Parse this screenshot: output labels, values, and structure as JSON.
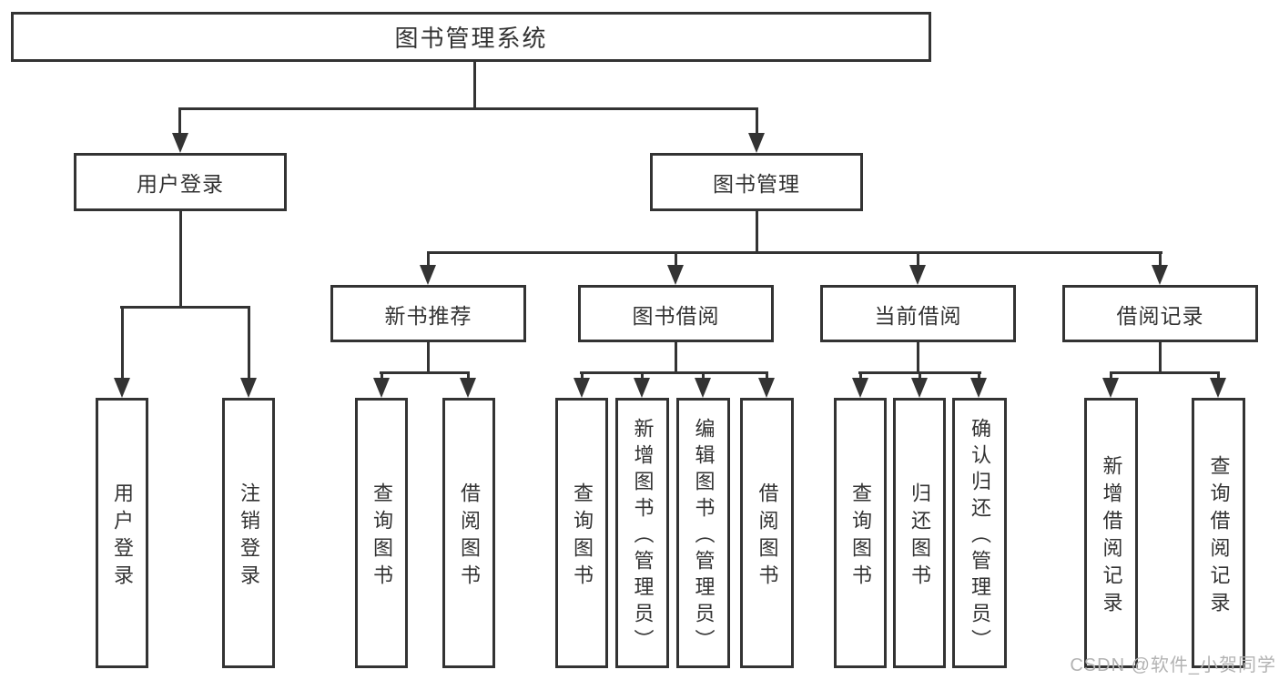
{
  "colors": {
    "line": "#333333",
    "text": "#333333",
    "watermark": "#b3b3b3",
    "background": "#ffffff"
  },
  "root": {
    "label": "图书管理系统"
  },
  "branches": {
    "user_login": {
      "label": "用户登录",
      "children": [
        {
          "label": "用户登录"
        },
        {
          "label": "注销登录"
        }
      ]
    },
    "book_mgmt": {
      "label": "图书管理",
      "children": [
        {
          "label": "新书推荐",
          "children": [
            {
              "label": "查询图书"
            },
            {
              "label": "借阅图书"
            }
          ]
        },
        {
          "label": "图书借阅",
          "children": [
            {
              "label": "查询图书"
            },
            {
              "label": "新增图书（管理员）"
            },
            {
              "label": "编辑图书（管理员）"
            },
            {
              "label": "借阅图书"
            }
          ]
        },
        {
          "label": "当前借阅",
          "children": [
            {
              "label": "查询图书"
            },
            {
              "label": "归还图书"
            },
            {
              "label": "确认归还（管理员）"
            }
          ]
        },
        {
          "label": "借阅记录",
          "children": [
            {
              "label": "新增借阅记录"
            },
            {
              "label": "查询借阅记录"
            }
          ]
        }
      ]
    }
  },
  "watermark": "CSDN @软件_小贺同学"
}
